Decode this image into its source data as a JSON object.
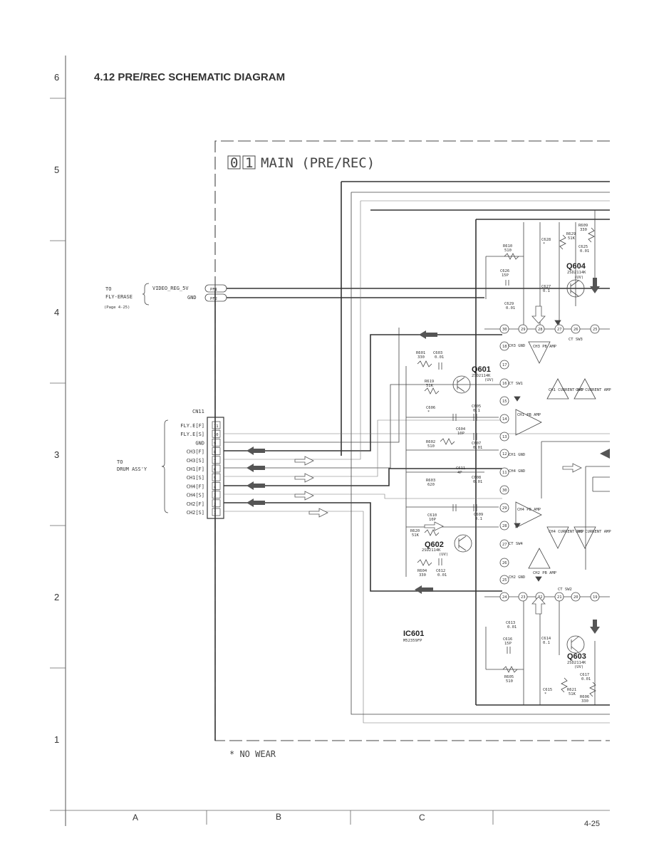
{
  "title": "4.12  PRE/REC SCHEMATIC DIAGRAM",
  "row_labels": [
    "6",
    "5",
    "4",
    "3",
    "2",
    "1"
  ],
  "column_labels": [
    "A",
    "B",
    "C"
  ],
  "page_number": "4-25",
  "board_label_boxes": [
    "0",
    "1"
  ],
  "board_label": "MAIN (PRE/REC)",
  "footnote": "* NO WEAR",
  "left_top": {
    "to": "TO",
    "fly_erase": "FLY-ERASE",
    "page_ref": "(Page 4-25)",
    "signals": [
      "VIDEO_REG_5V",
      "GND"
    ],
    "pins": [
      "PF1",
      "PF2"
    ]
  },
  "connector": {
    "name": "CN11",
    "to": "TO",
    "drum": "DRUM ASS'Y",
    "signals": [
      "FLY.E[F]",
      "FLY.E[S]",
      "GND",
      "CH3[F]",
      "CH3[S]",
      "CH1[F]",
      "CH1[S]",
      "CH4[F]",
      "CH4[S]",
      "CH2[F]",
      "CH2[S]"
    ],
    "pins": [
      "11",
      "10",
      "9",
      "8",
      "7",
      "6",
      "5",
      "4",
      "3",
      "2",
      "1"
    ]
  },
  "ic": {
    "ref": "IC601",
    "part": "M52359FP"
  },
  "transistors": [
    {
      "ref": "Q601",
      "part": "2SD2114K",
      "sub": "(UV)"
    },
    {
      "ref": "Q602",
      "part": "2SD2114K",
      "sub": "(UV)"
    },
    {
      "ref": "Q603",
      "part": "2SD2114K",
      "sub": "(UV)"
    },
    {
      "ref": "Q604",
      "part": "2SD2114K",
      "sub": "(UV)"
    }
  ],
  "components": [
    {
      "ref": "R609",
      "val": "330"
    },
    {
      "ref": "C628",
      "val": "*"
    },
    {
      "ref": "R629",
      "val": "51K"
    },
    {
      "ref": "C625",
      "val": "0.01"
    },
    {
      "ref": "R610",
      "val": "510"
    },
    {
      "ref": "C626",
      "val": "15P"
    },
    {
      "ref": "C627",
      "val": "0.1"
    },
    {
      "ref": "C629",
      "val": "0.01"
    },
    {
      "ref": "R601",
      "val": "330"
    },
    {
      "ref": "C603",
      "val": "0.01"
    },
    {
      "ref": "R619",
      "val": "51K"
    },
    {
      "ref": "C606",
      "val": "*"
    },
    {
      "ref": "C605",
      "val": "0.1"
    },
    {
      "ref": "C604",
      "val": "10P"
    },
    {
      "ref": "R602",
      "val": "510"
    },
    {
      "ref": "C607",
      "val": "0.01"
    },
    {
      "ref": "C611",
      "val": "4P"
    },
    {
      "ref": "R603",
      "val": "620"
    },
    {
      "ref": "C608",
      "val": "0.01"
    },
    {
      "ref": "C610",
      "val": "10P"
    },
    {
      "ref": "C609",
      "val": "0.1"
    },
    {
      "ref": "R620",
      "val": "51K"
    },
    {
      "ref": "R604",
      "val": "330"
    },
    {
      "ref": "C612",
      "val": "0.01"
    },
    {
      "ref": "C613",
      "val": "0.01"
    },
    {
      "ref": "C616",
      "val": "15P"
    },
    {
      "ref": "C614",
      "val": "0.1"
    },
    {
      "ref": "R605",
      "val": "510"
    },
    {
      "ref": "C615",
      "val": "*"
    },
    {
      "ref": "C617",
      "val": "0.01"
    },
    {
      "ref": "R621",
      "val": "51K"
    },
    {
      "ref": "R606",
      "val": "330"
    }
  ],
  "ic_labels": {
    "ch3_gnd": "CH3 GND",
    "ch1_gnd": "CH1 GND",
    "ch4_gnd": "CH4 GND",
    "ch2_gnd": "CH2 GND",
    "ct_sw1": "CT SW1",
    "ct_sw2": "CT SW2",
    "ct_sw3": "CT SW3",
    "ct_sw4": "CT SW4",
    "ch3_pb": "CH3 PB AMP",
    "ch1_pb": "CH1 PB AMP",
    "ch2_pb_a": "CH2 PB AMP",
    "ch4_pb": "CH4 PB AMP",
    "ch1_cur": "CH1 CURRENT AMP",
    "ch3_cur": "CH3 CURRENT AMP",
    "ch4_cur": "CH4 CURRENT AMP",
    "ch2_cur": "CH2 CURRENT AMP"
  },
  "pin_numbers": [
    "30",
    "29",
    "28",
    "27",
    "26",
    "25",
    "24",
    "23",
    "22",
    "21",
    "20",
    "19",
    "18",
    "17",
    "16",
    "15",
    "14",
    "13",
    "12",
    "11"
  ]
}
